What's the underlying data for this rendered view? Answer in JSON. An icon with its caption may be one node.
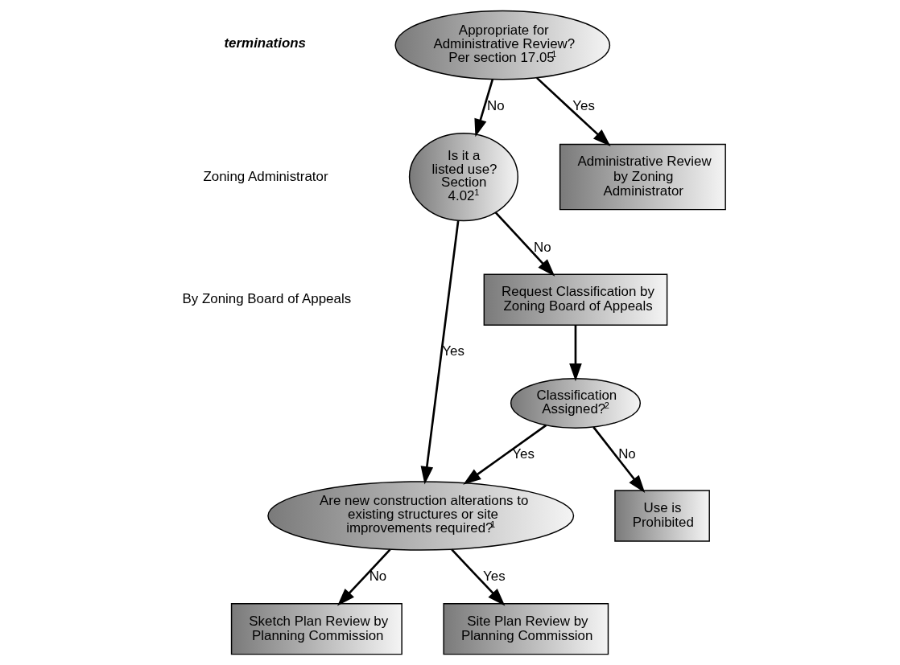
{
  "diagram": {
    "nodes": [
      {
        "text": [
          "Appropriate for Administrative Review? Per section 17.05$^{1}$"
        ]
      },
      {
        "text": [
          "Administrative Review by Zoning Administrator"
        ]
      },
      {
        "text": [
          "Is it a listed use? Section 4.02$^{1}$"
        ]
      },
      {
        "text": [
          "Request Classification by Zoning Board of Appeals"
        ]
      },
      {
        "text": [
          "Are new construction alterations to existing structures or site improvements required?$^{1}$"
        ]
      },
      {
        "text": [
          "Classification Assigned?$^{2}$"
        ]
      },
      {
        "text": [
          "Sketch Plan Review by Planning Commission"
        ]
      },
      {
        "text": [
          "Site Plan Review by Planning Commission"
        ]
      },
      {
        "text": [
          "Use is Prohibited"
        ]
      }
    ],
    "edges": [
      {
        "from": 0,
        "to": 2,
        "arrow": "to",
        "label": "No"
      },
      {
        "from": 0,
        "to": 1,
        "arrow": "to",
        "label": "Yes"
      },
      {
        "from": 2,
        "to": 3,
        "arrow": "to",
        "label": "No"
      },
      {
        "from": 2,
        "to": 4,
        "arrow": "to",
        "label": "Yes"
      },
      {
        "from": 3,
        "to": 5,
        "arrow": "to"
      },
      {
        "from": 5,
        "to": 4,
        "arrow": "to",
        "label": "Yes"
      },
      {
        "from": 5,
        "to": 8,
        "arrow": "to",
        "label": "No"
      },
      {
        "from": 4,
        "to": 6,
        "arrow": "to",
        "label": "No"
      },
      {
        "from": 4,
        "to": 7,
        "arrow": "to",
        "label": "Yes"
      }
    ],
    "labels": [
      "terminations",
      "Zoning Administrator",
      "By Zoning Board of Appeals"
    ]
  }
}
